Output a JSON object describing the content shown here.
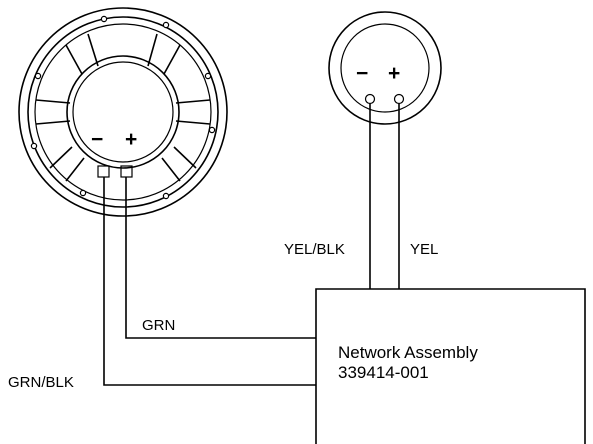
{
  "woofer": {
    "minus": "−",
    "plus": "+"
  },
  "tweeter": {
    "minus": "−",
    "plus": "+"
  },
  "wires": {
    "grn": "GRN",
    "grn_blk": "GRN/BLK",
    "yel_blk": "YEL/BLK",
    "yel": "YEL"
  },
  "network": {
    "name": "Network Assembly",
    "part_number": "339414-001"
  }
}
